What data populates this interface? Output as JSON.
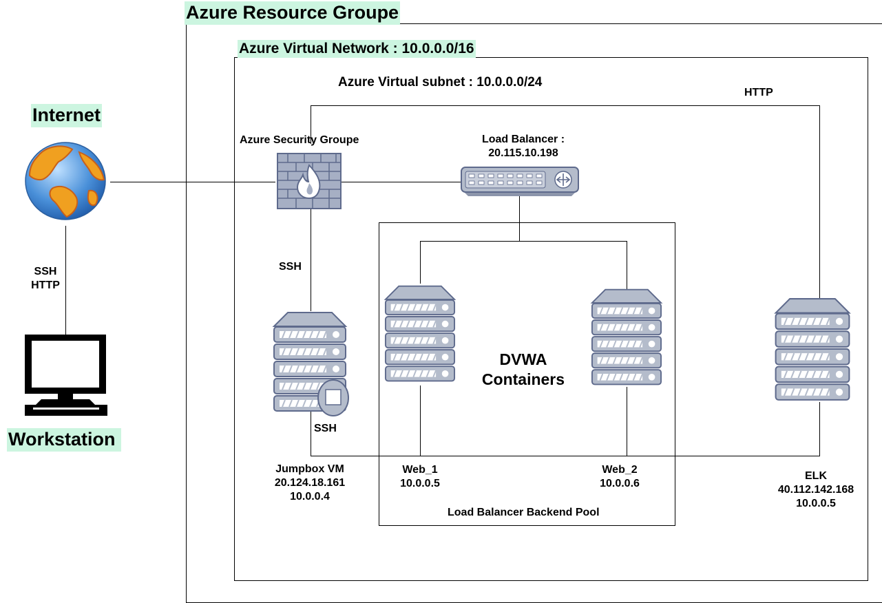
{
  "containers": {
    "resource_group": "Azure Resource Groupe",
    "vnet": "Azure Virtual Network : 10.0.0.0/16",
    "subnet": "Azure Virtual subnet : 10.0.0.0/24",
    "backend_pool": "Load Balancer Backend Pool",
    "dvwa_line1": "DVWA",
    "dvwa_line2": "Containers"
  },
  "nodes": {
    "internet": "Internet",
    "workstation": "Workstation",
    "security_group": "Azure Security Groupe",
    "load_balancer_line1": "Load Balancer :",
    "load_balancer_line2": "20.115.10.198",
    "jumpbox_line1": "Jumpbox VM",
    "jumpbox_line2": "20.124.18.161",
    "jumpbox_line3": "10.0.0.4",
    "web1_line1": "Web_1",
    "web1_line2": "10.0.0.5",
    "web2_line1": "Web_2",
    "web2_line2": "10.0.0.6",
    "elk_line1": "ELK",
    "elk_line2": "40.112.142.168",
    "elk_line3": "10.0.0.5"
  },
  "connections": {
    "ws_internet_1": "SSH",
    "ws_internet_2": "HTTP",
    "nsg_jumpbox": "SSH",
    "jumpbox_web": "SSH",
    "lb_elk": "HTTP"
  },
  "colors": {
    "label_highlight": "#ccf5e0",
    "server_fill": "#b4bccb",
    "server_stroke": "#5e6a8c",
    "firewall_fill": "#a6afc4",
    "globe_ocean": "#4a90d9",
    "globe_land": "#f0a020"
  },
  "icons": [
    "globe-icon",
    "monitor-icon",
    "firewall-icon",
    "load-balancer-icon",
    "server-icon"
  ]
}
